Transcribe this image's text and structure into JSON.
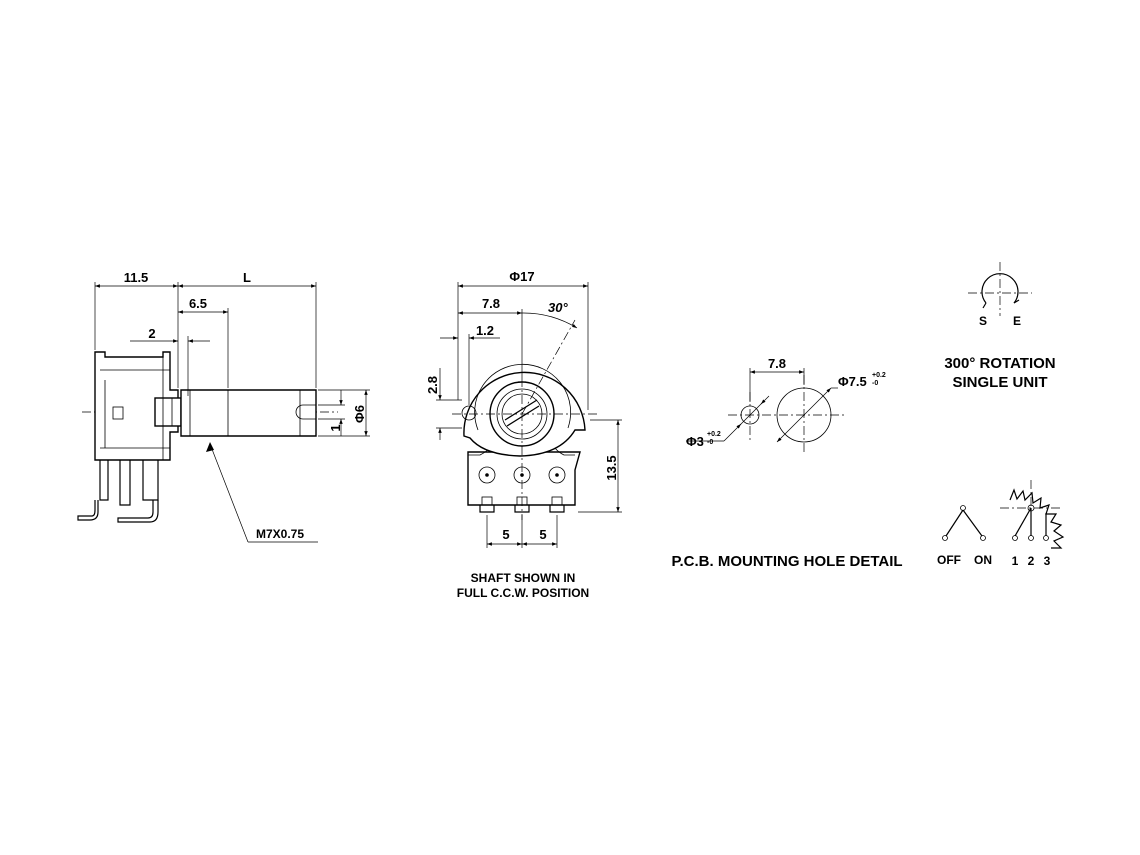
{
  "side_view": {
    "dim_11_5": "11.5",
    "dim_L": "L",
    "dim_6_5": "6.5",
    "dim_2": "2",
    "dim_1": "1",
    "dim_phi6": "Φ6",
    "thread": "M7X0.75"
  },
  "front_view": {
    "dim_phi17": "Φ17",
    "dim_7_8": "7.8",
    "dim_30": "30°",
    "dim_1_2": "1.2",
    "dim_2_8": "2.8",
    "dim_13_5": "13.5",
    "dim_5a": "5",
    "dim_5b": "5",
    "caption_line1": "SHAFT SHOWN IN",
    "caption_line2": "FULL C.C.W. POSITION"
  },
  "pcb_detail": {
    "dim_7_8": "7.8",
    "dim_phi7_5": "Φ7.5",
    "tol_phi7_5_plus": "+0.2",
    "tol_phi7_5_minus": "-0",
    "dim_phi3": "Φ3",
    "tol_phi3_plus": "+0.2",
    "tol_phi3_minus": "-0",
    "caption": "P.C.B. MOUNTING HOLE DETAIL"
  },
  "rotation": {
    "label_s": "S",
    "label_e": "E",
    "title_line1": "300° ROTATION",
    "title_line2": "SINGLE UNIT"
  },
  "schematic": {
    "label_off": "OFF",
    "label_on": "ON",
    "pin_1": "1",
    "pin_2": "2",
    "pin_3": "3"
  }
}
